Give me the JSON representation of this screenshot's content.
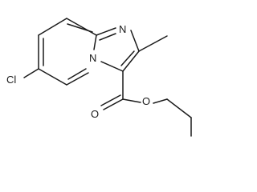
{
  "molecule": {
    "atoms": {
      "nitrogen_imine": "N",
      "nitrogen_bridge": "N",
      "chlorine": "Cl",
      "carbonyl_oxygen": "O",
      "ester_oxygen": "O"
    }
  },
  "colors": {
    "stroke": "#1a1a1a",
    "background": "#ffffff"
  }
}
